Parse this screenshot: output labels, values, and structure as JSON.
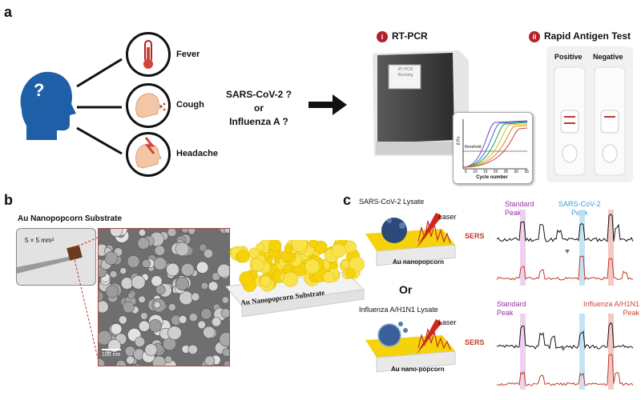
{
  "panels": {
    "a": "a",
    "b": "b",
    "c": "c"
  },
  "panel_a": {
    "symptoms": [
      "Fever",
      "Cough",
      "Headache"
    ],
    "question_mark": "?",
    "question_line1": "SARS-CoV-2 ?",
    "question_line2": "or",
    "question_line3": "Influenza A ?",
    "rtpcr": {
      "badge": "i",
      "title": "RT-PCR",
      "screen_text": "RT-PCR Running",
      "axis_x": "Cycle number",
      "axis_y": "Δ Rn",
      "threshold": "threshold",
      "ticks": [
        "5",
        "10",
        "15",
        "20",
        "25",
        "30",
        "35"
      ]
    },
    "antigen": {
      "badge": "ii",
      "title": "Rapid Antigen Test",
      "positive": "Positive",
      "negative": "Negative"
    }
  },
  "panel_b": {
    "title": "Au Nanopopcorn Substrate",
    "size_label": "5 × 5 mm²",
    "scale_bar": "100 nm",
    "substrate_label": "Au Nanopopcorn Substrate"
  },
  "panel_c": {
    "top_lysate": "SARS-CoV-2 Lysate",
    "laser": "Laser",
    "sers": "SERS",
    "top_base": "Au nanopopcorn",
    "or": "Or",
    "bottom_lysate": "Influenza A/H1N1 Lysate",
    "bottom_base": "Au nano-popcorn",
    "std_peak_1": "Standard",
    "std_peak_2": "Peak",
    "sars_peak_1": "SARS-CoV-2",
    "sars_peak_2": "Peak",
    "flu_peak_1": "Influenza A/H1N1",
    "flu_peak_2": "Peak"
  },
  "colors": {
    "badge": "#b3202a",
    "head": "#1f5fa8",
    "gold": "#f5d20a",
    "standard_peak": "#9b2fa3",
    "sars_peak": "#3b9fd8",
    "flu_peak": "#d0453b",
    "spectrum_black": "#111111",
    "spectrum_red": "#c0392b"
  }
}
